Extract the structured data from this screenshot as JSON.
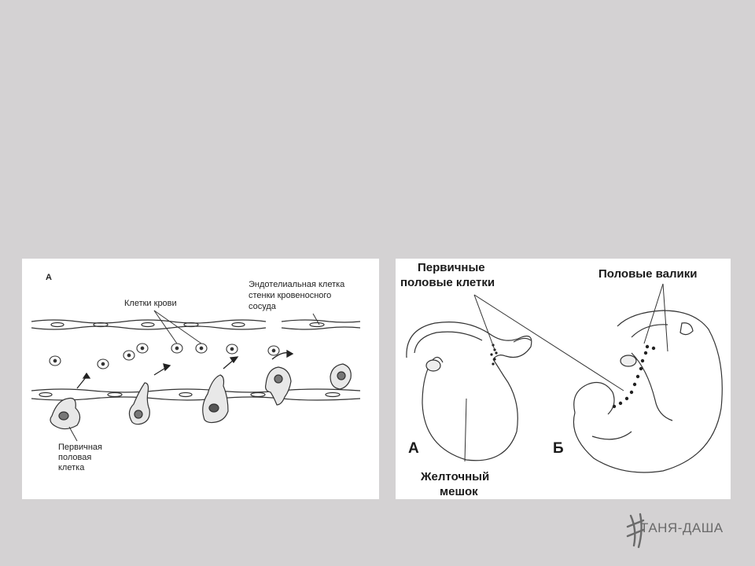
{
  "left_figure": {
    "panel_letter": "А",
    "labels": {
      "blood_cells": "Клетки крови",
      "endothelial_line1": "Эндотелиальная клетка",
      "endothelial_line2": "стенки кровеносного",
      "endothelial_line3": "сосуда",
      "primary_cell_line1": "Первичная",
      "primary_cell_line2": "половая",
      "primary_cell_line3": "клетка"
    }
  },
  "right_figure": {
    "labels": {
      "primary_cells_line1": "Первичные",
      "primary_cells_line2": "половые клетки",
      "genital_ridges": "Половые валики",
      "yolk_sac_line1": "Желточный",
      "yolk_sac_line2": "мешок",
      "letter_a": "А",
      "letter_b": "Б"
    }
  },
  "logo": {
    "text": "ТАНЯ-ДАША",
    "icon": "signature-mark-icon"
  }
}
